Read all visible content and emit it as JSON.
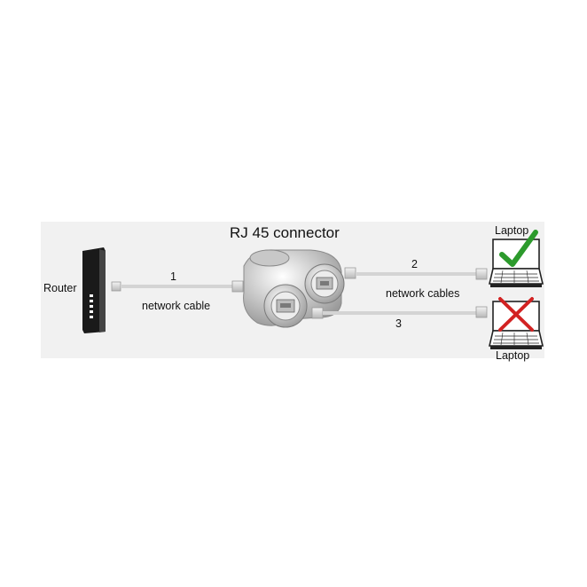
{
  "diagram": {
    "title": "RJ 45 connector",
    "router": {
      "label": "Router",
      "icon": "router-icon"
    },
    "cable_1": {
      "number": "1",
      "label": "network cable"
    },
    "cable_2": {
      "number": "2"
    },
    "cable_3": {
      "number": "3"
    },
    "cables_label": "network cables",
    "laptop_ok": {
      "label": "Laptop",
      "mark": "check-icon",
      "mark_color": "#2c9a2c"
    },
    "laptop_bad": {
      "label": "Laptop",
      "mark": "cross-icon",
      "mark_color": "#d22222"
    }
  }
}
